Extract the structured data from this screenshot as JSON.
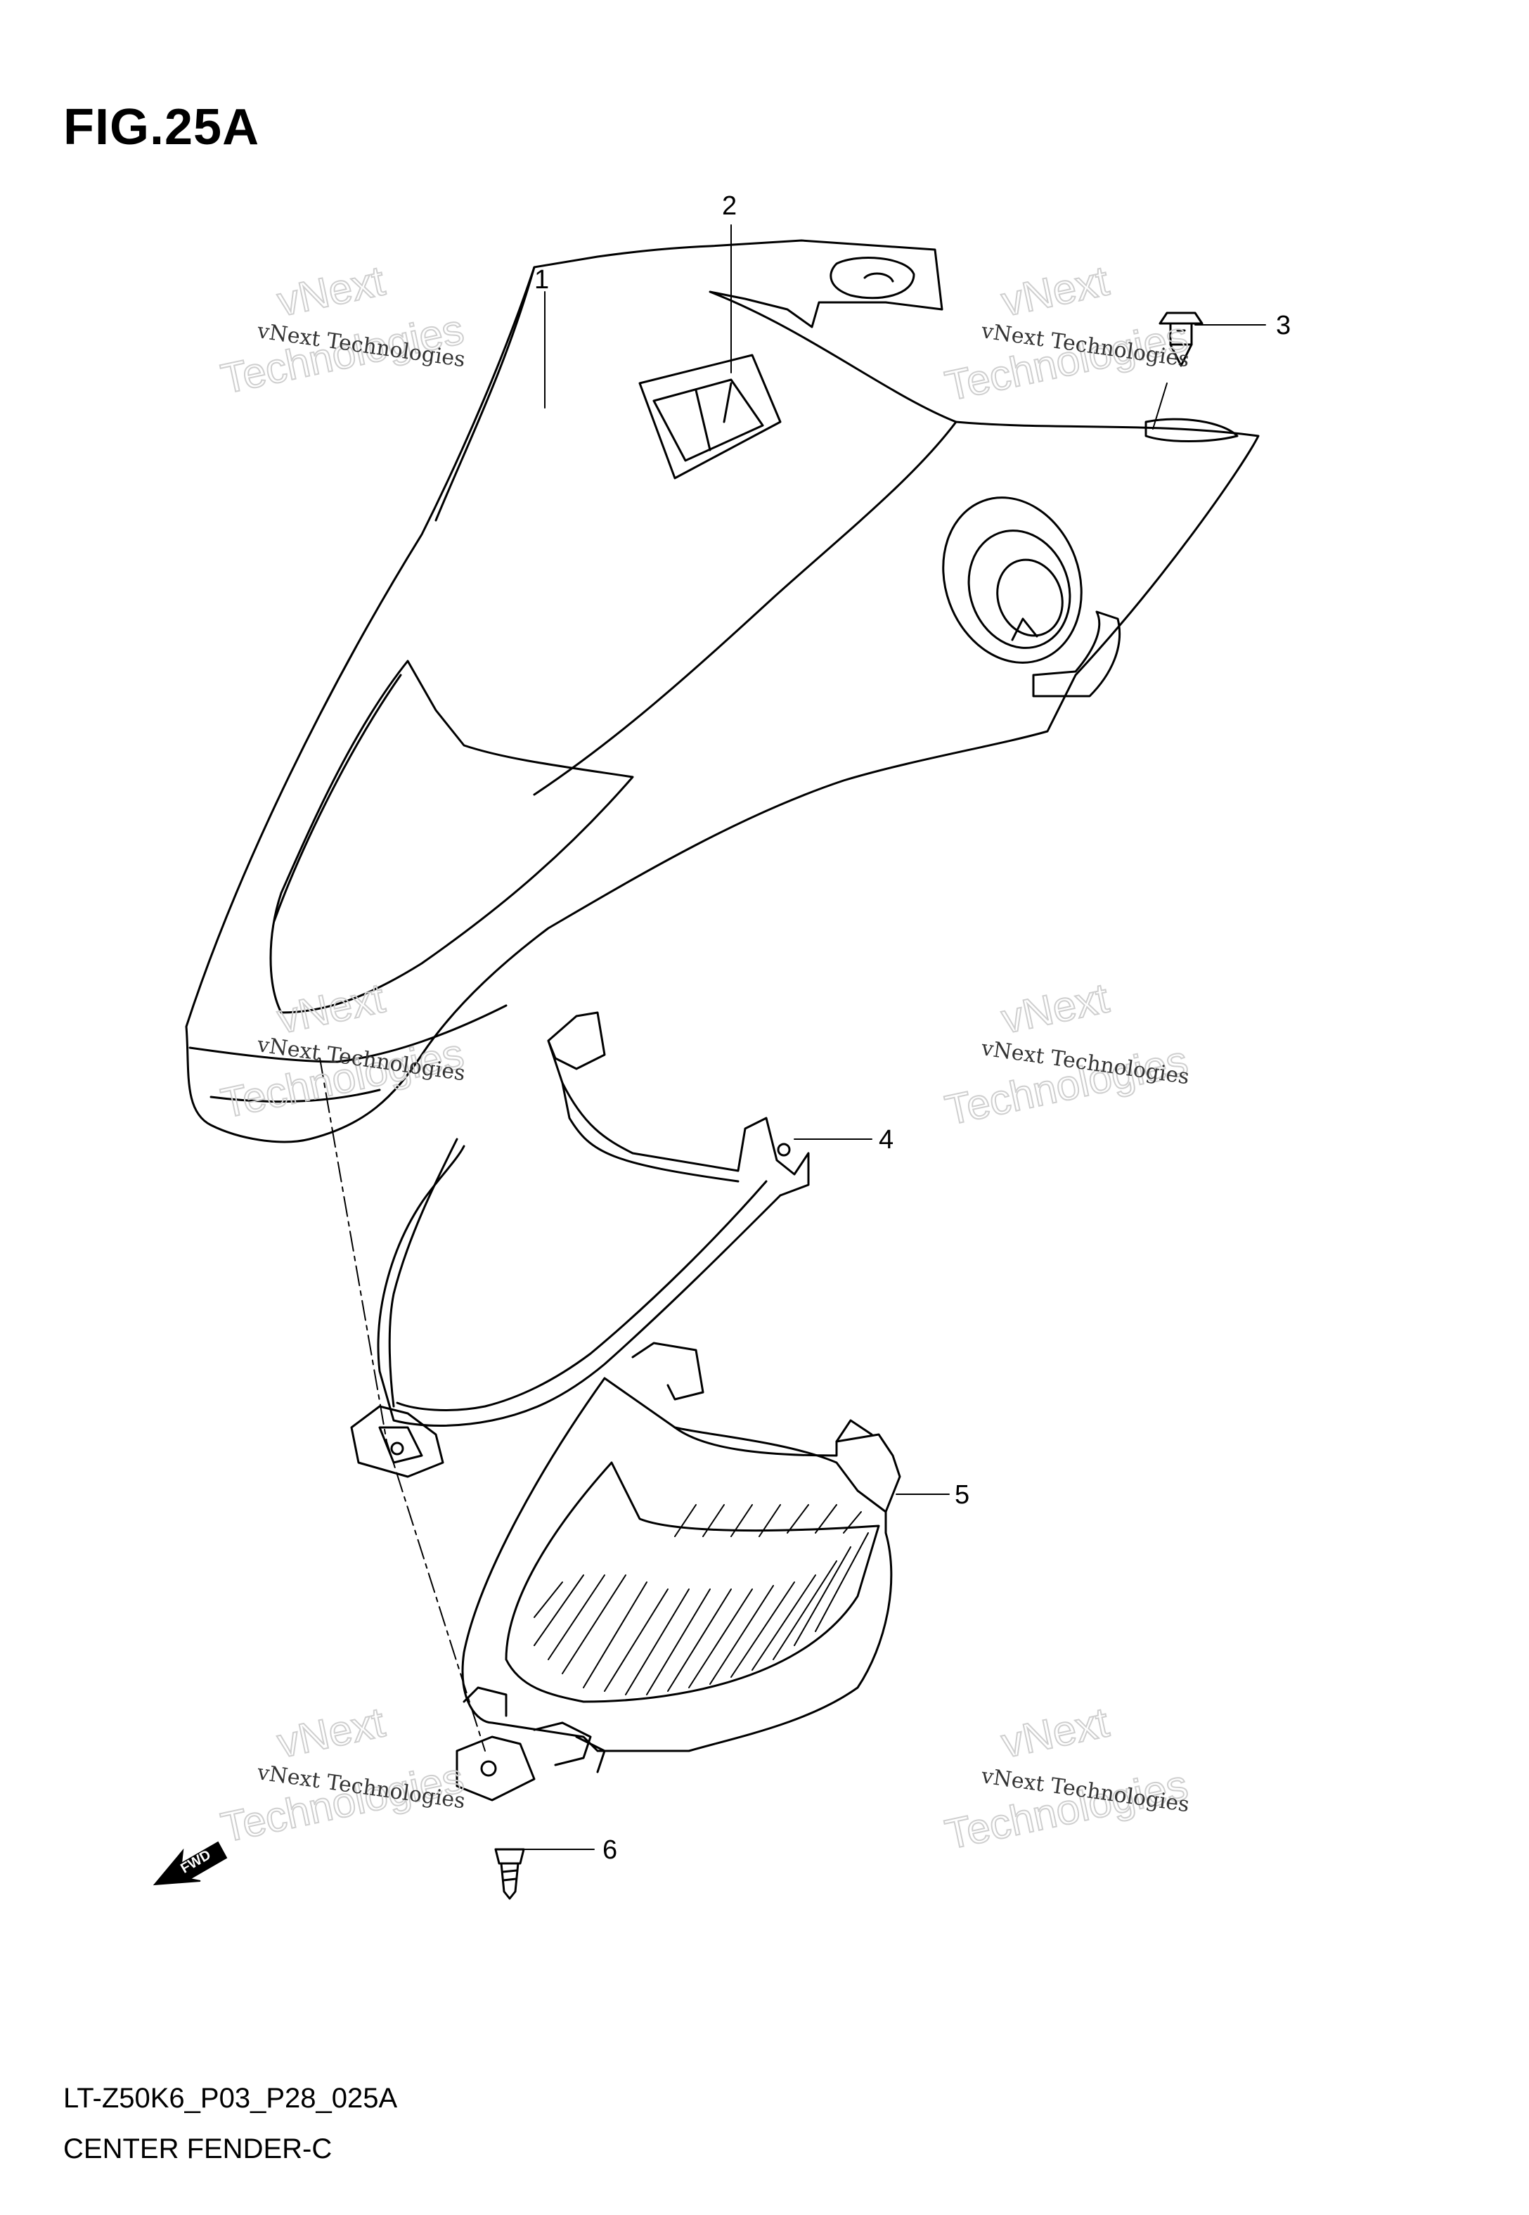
{
  "figure": {
    "title": "FIG.25A",
    "model_code": "LT-Z50K6_P03_P28_025A",
    "part_name": "CENTER FENDER-C"
  },
  "callouts": [
    "1",
    "2",
    "3",
    "4",
    "5",
    "6"
  ],
  "fwd_arrow": {
    "label": "FWD"
  },
  "watermark": {
    "line1": "vNext Technologies",
    "line2": "vNext",
    "line3": "Technologies"
  }
}
